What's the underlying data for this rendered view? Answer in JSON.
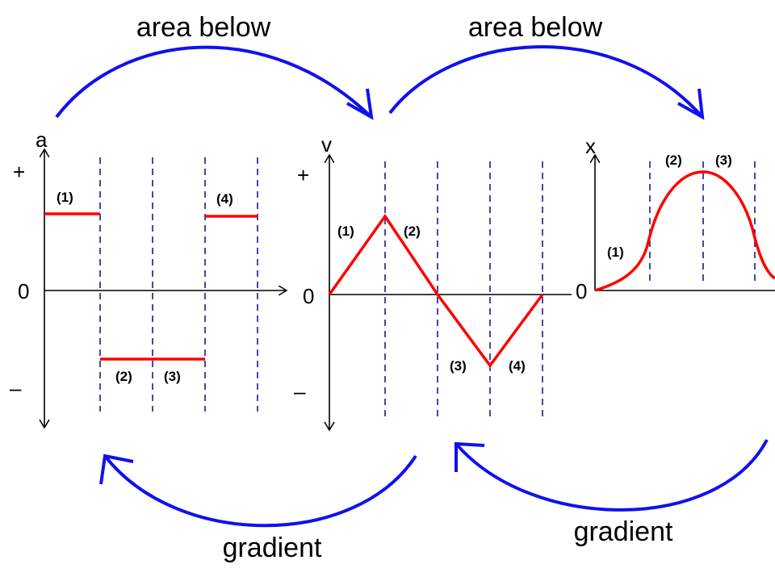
{
  "arrows": {
    "top_left_label": "area below",
    "top_right_label": "area below",
    "bottom_left_label": "gradient",
    "bottom_right_label": "gradient"
  },
  "graph_a": {
    "axis_label": "a",
    "plus": "+",
    "zero": "0",
    "minus": "–",
    "segments": [
      "(1)",
      "(2)",
      "(3)",
      "(4)"
    ]
  },
  "graph_v": {
    "axis_label": "v",
    "plus": "+",
    "zero": "0",
    "minus": "–",
    "segments": [
      "(1)",
      "(2)",
      "(3)",
      "(4)"
    ]
  },
  "graph_x": {
    "axis_label": "x",
    "zero": "0",
    "segments": [
      "(1)",
      "(2)",
      "(3)"
    ]
  },
  "colors": {
    "curve": "#ff0000",
    "arrow": "#1010f0",
    "grid": "#1a1a8c"
  }
}
